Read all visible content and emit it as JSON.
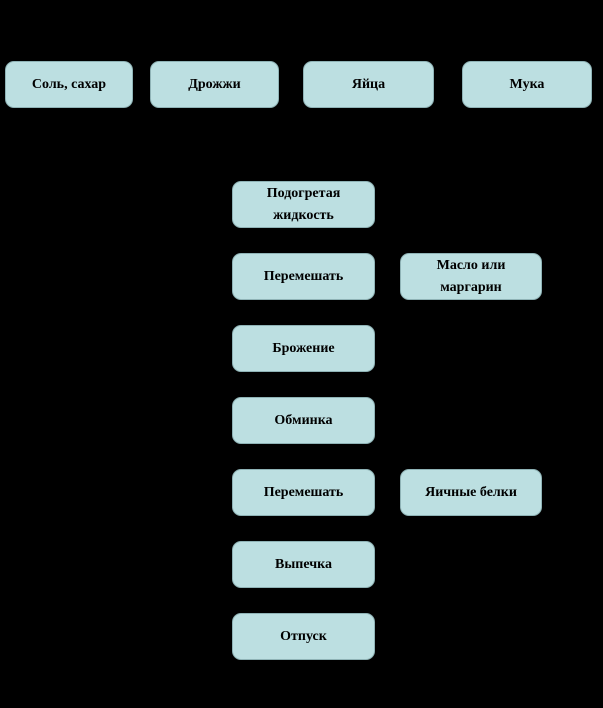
{
  "theme": {
    "background": "#000000",
    "box-fill": "#bcdfe1",
    "box-border": "#8fb3b6",
    "text-color": "#000000"
  },
  "diagram": {
    "ingredients_row": [
      {
        "label": "Соль, сахар"
      },
      {
        "label": "Дрожжи"
      },
      {
        "label": "Яйца"
      },
      {
        "label": "Мука"
      }
    ],
    "process_flow": [
      {
        "label": "Подогретая жидкость"
      },
      {
        "label": "Перемешать"
      },
      {
        "label": "Брожение"
      },
      {
        "label": "Обминка"
      },
      {
        "label": "Перемешать"
      },
      {
        "label": "Выпечка"
      },
      {
        "label": "Отпуск"
      }
    ],
    "side_ingredients": [
      {
        "label": "Масло или маргарин"
      },
      {
        "label": "Яичные белки"
      }
    ]
  }
}
